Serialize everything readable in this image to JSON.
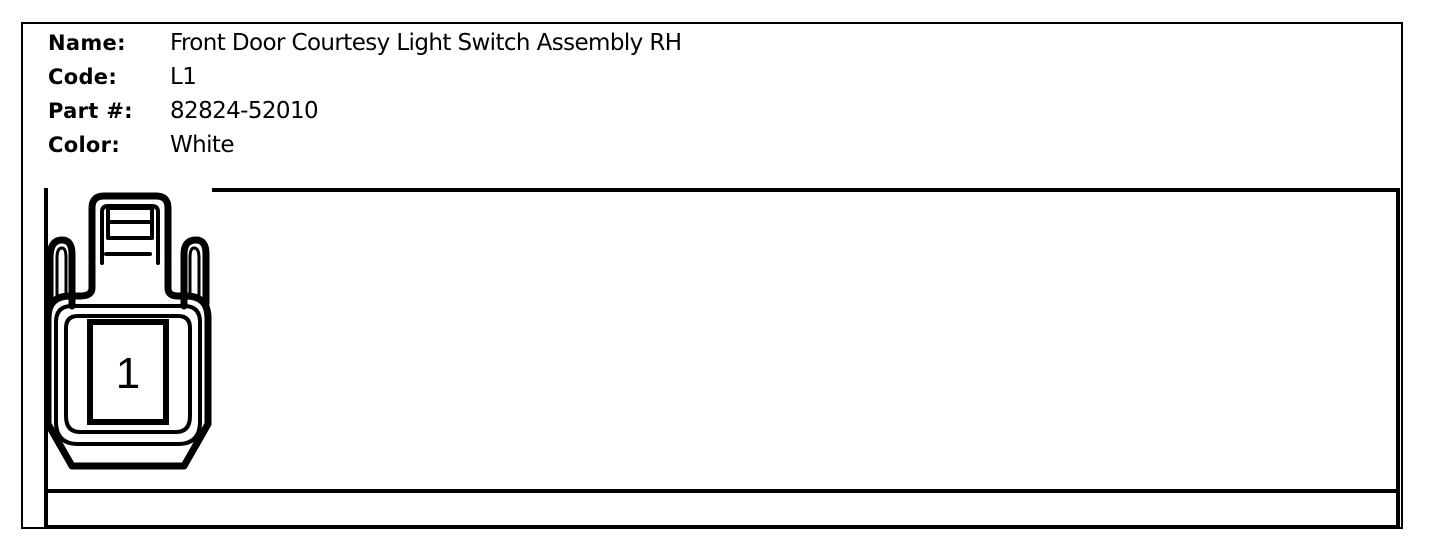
{
  "component": {
    "name_label": "Name:",
    "name_value": "Front Door Courtesy Light Switch Assembly RH",
    "code_label": "Code:",
    "code_value": "L1",
    "part_label": "Part #:",
    "part_value": "82824-52010",
    "color_label": "Color:",
    "color_value": "White"
  },
  "connector": {
    "pins": [
      {
        "number": "1"
      }
    ]
  }
}
